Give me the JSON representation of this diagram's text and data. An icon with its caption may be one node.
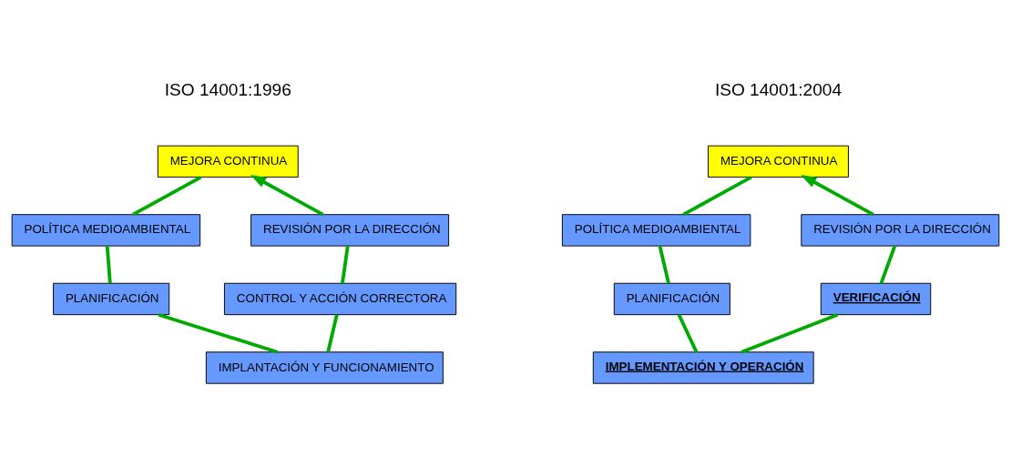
{
  "diagram": {
    "nodes": [
      {
        "text": [
          "MEJORA CONTINUA"
        ]
      },
      {
        "text": [
          "REVISIÓN POR LA DIRECCIÓN"
        ]
      },
      {
        "text": [
          "POLÍTICA MEDIOAMBIENTAL"
        ]
      },
      {
        "text": [
          "CONTROL Y ACCIÓN CORRECTORA"
        ]
      },
      {
        "text": [
          "PLANIFICACIÓN"
        ]
      },
      {
        "text": [
          "IMPLANTACIÓN Y FUNCIONAMIENTO"
        ]
      },
      {
        "text": [
          "MEJORA CONTINUA"
        ]
      },
      {
        "text": [
          "REVISIÓN POR LA DIRECCIÓN"
        ]
      },
      {
        "text": [
          "POLÍTICA MEDIOAMBIENTAL"
        ]
      },
      {
        "text": [
          "VERIFICACIÓN"
        ]
      },
      {
        "text": [
          "PLANIFICACIÓN"
        ]
      },
      {
        "text": [
          "IMPLEMENTACIÓN Y OPERACIÓN"
        ]
      }
    ],
    "edges": [
      {
        "from": 0,
        "to": 2,
        "arrow": "none"
      },
      {
        "from": 2,
        "to": 4,
        "arrow": "none"
      },
      {
        "from": 4,
        "to": 5,
        "arrow": "none"
      },
      {
        "from": 5,
        "to": 3,
        "arrow": "none"
      },
      {
        "from": 3,
        "to": 1,
        "arrow": "none"
      },
      {
        "from": 1,
        "to": 0,
        "arrow": "to"
      },
      {
        "from": 6,
        "to": 8,
        "arrow": "none"
      },
      {
        "from": 8,
        "to": 10,
        "arrow": "none"
      },
      {
        "from": 10,
        "to": 11,
        "arrow": "none"
      },
      {
        "from": 11,
        "to": 9,
        "arrow": "none"
      },
      {
        "from": 9,
        "to": 7,
        "arrow": "none"
      },
      {
        "from": 7,
        "to": 6,
        "arrow": "to"
      }
    ],
    "labels": [
      "ISO 14001:1996",
      "ISO 14001:2004"
    ]
  }
}
